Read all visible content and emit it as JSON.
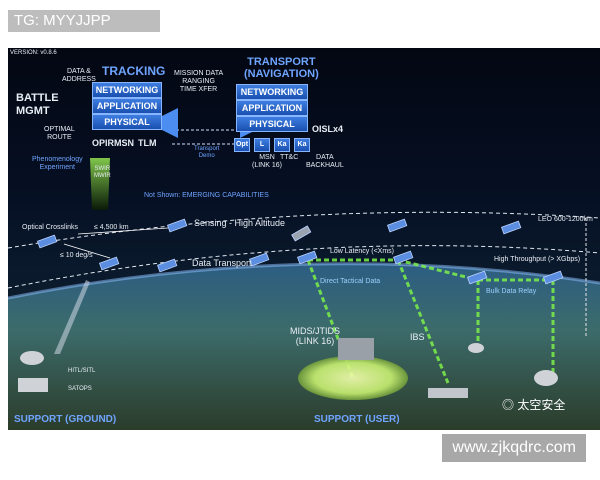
{
  "overlays": {
    "tg": "TG: MYYJJPP",
    "url": "www.zjkqdrc.com",
    "watermark": "太空安全"
  },
  "diagram": {
    "version": "VERSION: v0.8.6",
    "battle_mgmt": [
      "BATTLE",
      "MGMT"
    ],
    "data_address": [
      "DATA &",
      "ADDRESS"
    ],
    "optimal_route": [
      "OPTIMAL",
      "ROUTE"
    ],
    "tracking": {
      "title": "TRACKING",
      "layers": [
        "NETWORKING",
        "APPLICATION",
        "PHYSICAL"
      ],
      "sensors": [
        "OPIR",
        "MSN",
        "TLM"
      ],
      "swir": [
        "SWIR",
        "MWIR"
      ],
      "phenomenology": [
        "Phenomenology",
        "Experiment"
      ]
    },
    "mission_data": [
      "MISSION DATA",
      "RANGING",
      "TIME XFER"
    ],
    "transport_demo": [
      "Transport",
      "Demo"
    ],
    "transport": {
      "title": [
        "TRANSPORT",
        "(NAVIGATION)"
      ],
      "layers": [
        "NETWORKING",
        "APPLICATION",
        "PHYSICAL"
      ],
      "links": [
        "Opt",
        "L",
        "Ka",
        "Ka"
      ],
      "oisl": "OISLx4",
      "msn_link": [
        "MSN",
        "(LINK 16)"
      ],
      "ttc": "TT&C",
      "data_backhaul": [
        "DATA",
        "BACKHAUL"
      ]
    },
    "not_shown": "Not Shown: EMERGING CAPABILITIES",
    "optical_crosslinks": "Optical Crosslinks",
    "range_4500": "≤ 4,500 km",
    "sensing": "Sensing - High Altitude",
    "leo": "LEO 600-1200km",
    "rate_10deg": "≤ 10 deg/s",
    "data_transport": "Data Transport",
    "low_latency": "Low Latency (<Xms)",
    "high_throughput": "High Throughput (> XGbps)",
    "direct_tactical": "Direct Tactical Data",
    "bulk_data": "Bulk Data Relay",
    "mids": [
      "MIDS/JTIDS",
      "(LINK 16)"
    ],
    "ibs": "IBS",
    "hitl": "HITL/SITL",
    "satops": "SATOPS",
    "support_ground": "SUPPORT (GROUND)",
    "support_user": "SUPPORT (USER)"
  }
}
